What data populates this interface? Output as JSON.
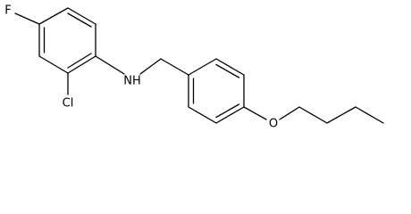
{
  "molecule": {
    "atoms": {
      "fluorine": "F",
      "chlorine": "Cl",
      "amine": "NH",
      "oxygen": "O"
    }
  },
  "colors": {
    "bond": "#000000",
    "label": "#000000",
    "background": "#ffffff"
  }
}
